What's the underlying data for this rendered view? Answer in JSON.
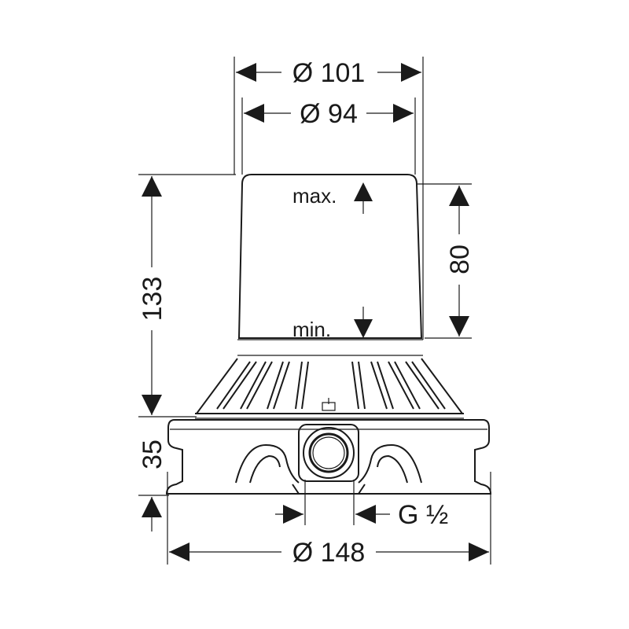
{
  "dimensions": {
    "outer_diameter_top": "Ø 101",
    "inner_diameter_top": "Ø 94",
    "height_total": "133",
    "depth_range": "80",
    "base_height": "35",
    "base_diameter": "Ø 148",
    "connection": "G ½"
  },
  "labels": {
    "max": "max.",
    "min": "min."
  }
}
